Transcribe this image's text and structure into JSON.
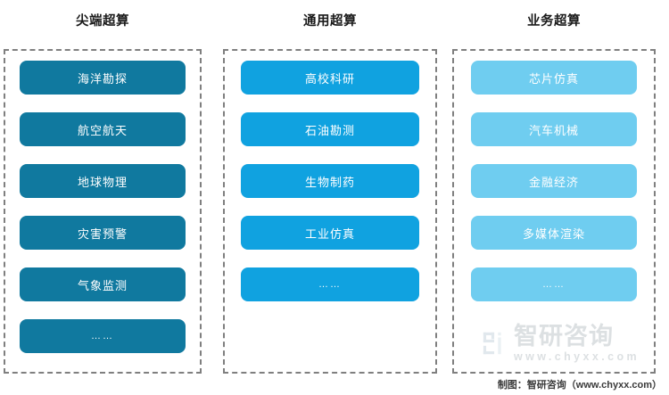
{
  "figure": {
    "background_color": "#ffffff",
    "dash_border_color": "#7f7f7f"
  },
  "columns": [
    {
      "id": "advanced",
      "title": "尖端超算",
      "color": "#10799f",
      "items": [
        {
          "label": "海洋勘探",
          "ellipsis": false
        },
        {
          "label": "航空航天",
          "ellipsis": false
        },
        {
          "label": "地球物理",
          "ellipsis": false
        },
        {
          "label": "灾害预警",
          "ellipsis": false
        },
        {
          "label": "气象监测",
          "ellipsis": false
        },
        {
          "label": "……",
          "ellipsis": true
        }
      ]
    },
    {
      "id": "general",
      "title": "通用超算",
      "color": "#10a2e0",
      "items": [
        {
          "label": "高校科研",
          "ellipsis": false
        },
        {
          "label": "石油勘测",
          "ellipsis": false
        },
        {
          "label": "生物制药",
          "ellipsis": false
        },
        {
          "label": "工业仿真",
          "ellipsis": false
        },
        {
          "label": "……",
          "ellipsis": true
        }
      ]
    },
    {
      "id": "business",
      "title": "业务超算",
      "color": "#6fcdf0",
      "items": [
        {
          "label": "芯片仿真",
          "ellipsis": false
        },
        {
          "label": "汽车机械",
          "ellipsis": false
        },
        {
          "label": "金融经济",
          "ellipsis": false
        },
        {
          "label": "多媒体渲染",
          "ellipsis": false
        },
        {
          "label": "……",
          "ellipsis": true
        }
      ]
    }
  ],
  "watermark": {
    "brand": "智研咨询",
    "url": "www.chyxx.com",
    "color": "#8f9aa3"
  },
  "footer": {
    "credit": "制图：智研咨询（www.chyxx.com）"
  }
}
